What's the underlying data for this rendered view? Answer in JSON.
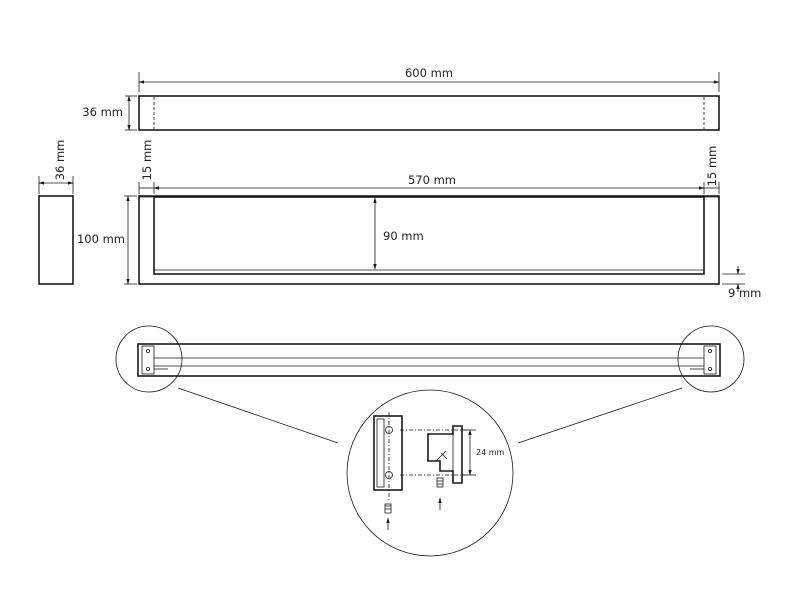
{
  "dimensions": {
    "total_width": "600 mm",
    "depth": "36 mm",
    "side_depth": "36 mm",
    "height": "100 mm",
    "inner_width": "570 mm",
    "inner_height": "90 mm",
    "left_margin": "15 mm",
    "right_margin": "15 mm",
    "bottom_offset": "9 mm",
    "bracket_spacing": "24 mm"
  }
}
